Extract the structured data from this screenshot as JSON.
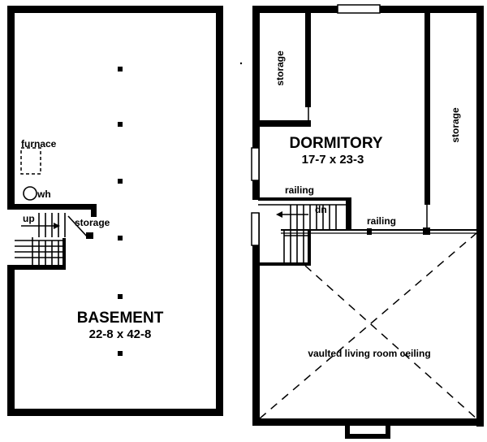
{
  "basement": {
    "title": "BASEMENT",
    "dimensions": "22-8 x 42-8",
    "labels": {
      "furnace": "furnace",
      "water_heater": "wh",
      "stairs_up": "up",
      "storage": "storage"
    }
  },
  "upper": {
    "title": "DORMITORY",
    "dimensions": "17-7 x 23-3",
    "labels": {
      "storage_left": "storage",
      "storage_right": "storage",
      "railing_stair": "railing",
      "railing_floor": "railing",
      "stairs_down": "dn",
      "ceiling": "vaulted living room ceiling"
    }
  }
}
